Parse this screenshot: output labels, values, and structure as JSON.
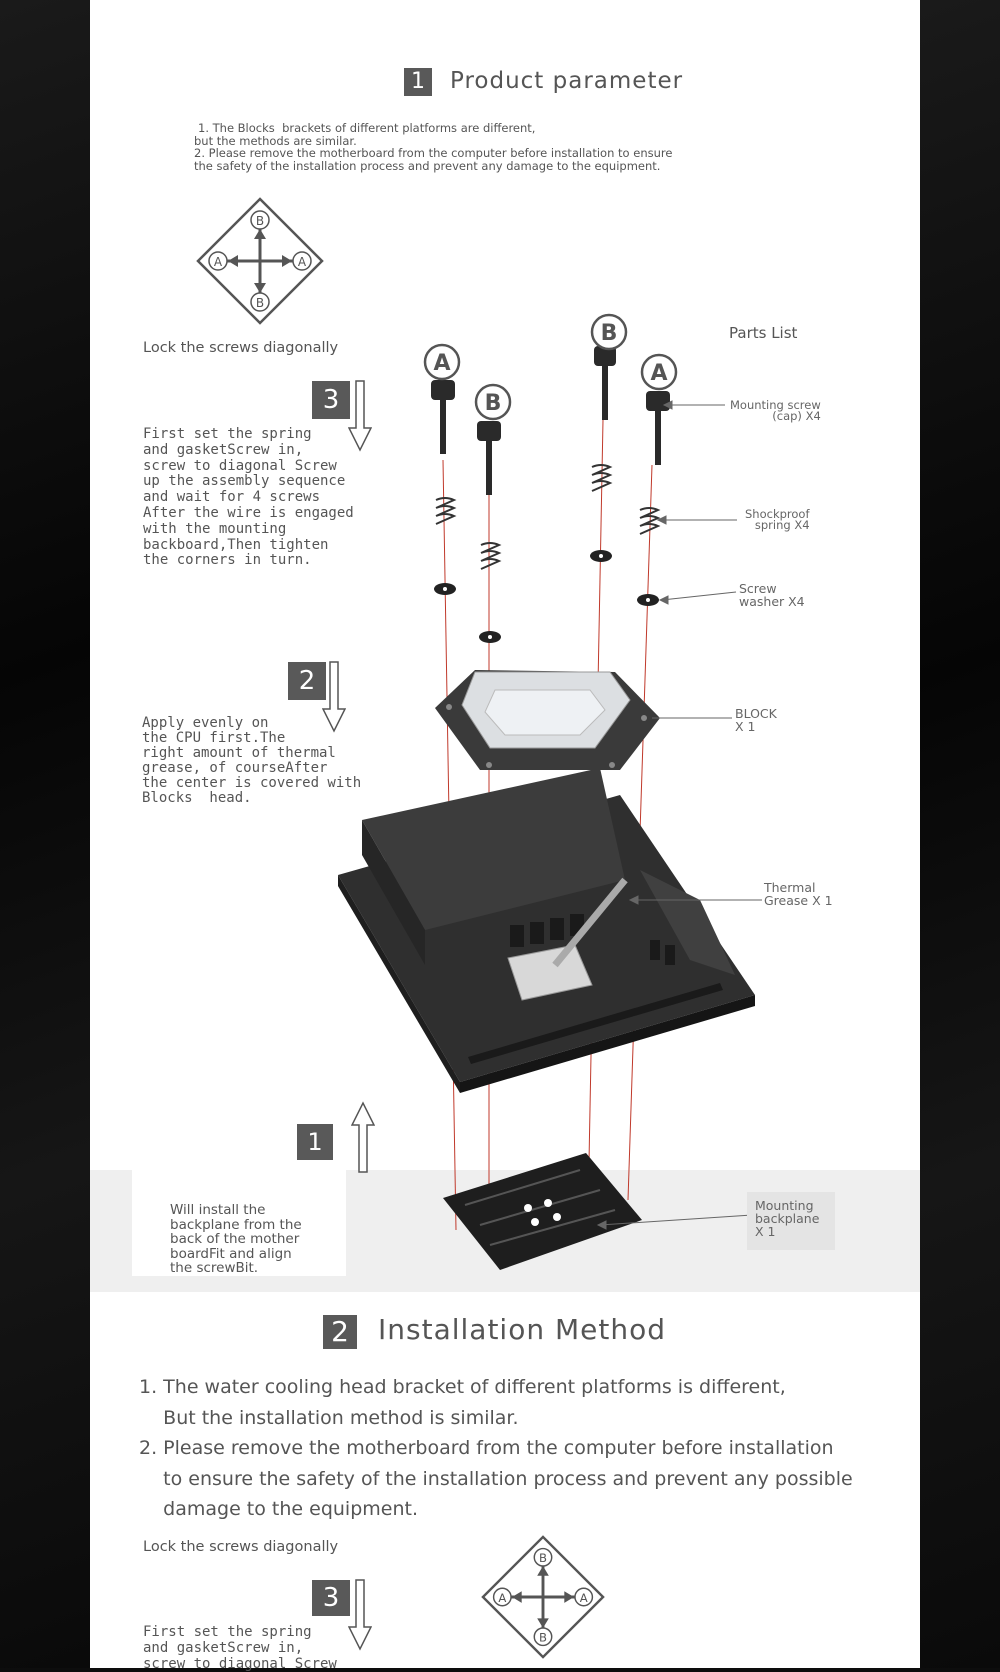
{
  "section1": {
    "number": "1",
    "title": "Product parameter",
    "notes": [
      "1. The Blocks  brackets of different platforms are different,",
      "but the methods are similar.",
      "2. Please remove the motherboard from the computer before installation to ensure",
      "the safety of the installation process and prevent any damage to the equipment."
    ]
  },
  "diagram": {
    "lock_text": "Lock the screws diagonally",
    "parts_list_title": "Parts List",
    "screw_labels": {
      "a": "A",
      "b": "B"
    },
    "steps": [
      {
        "number": "3",
        "text": "First set the spring\nand gasketScrew in,\nscrew to diagonal Screw\nup the assembly sequence\nand wait for 4 screws\nAfter the wire is engaged\nwith the mounting\nbackboard,Then tighten\nthe corners in turn."
      },
      {
        "number": "2",
        "text": "Apply evenly on\nthe CPU first.The\nright amount of thermal\ngrease, of courseAfter\nthe center is covered with\nBlocks  head."
      },
      {
        "number": "1",
        "text": "Will install the\nbackplane from the\nback of the mother\nboardFit and align\nthe screwBit."
      }
    ],
    "parts": [
      {
        "name": "mounting-screw",
        "text": "Mounting screw\n(cap) X4"
      },
      {
        "name": "shockproof-spring",
        "text": "Shockproof\nspring X4"
      },
      {
        "name": "screw-washer",
        "text": "Screw\nwasher X4"
      },
      {
        "name": "block",
        "text": "BLOCK\nX 1"
      },
      {
        "name": "thermal-grease",
        "text": "Thermal\nGrease X 1"
      },
      {
        "name": "mounting-backplane",
        "text": "Mounting\nbackplane\nX 1"
      }
    ]
  },
  "section2": {
    "number": "2",
    "title": "Installation Method",
    "items": [
      "1. The water cooling head bracket of different platforms is different,\n    But the installation method is similar.",
      "2. Please remove the motherboard from the computer before installation\n    to ensure the safety of the installation process and prevent any possible\n    damage to the equipment."
    ],
    "lock_text": "Lock the screws diagonally",
    "step3_number": "3",
    "step3_text": "First set the spring\nand gasketScrew in,\nscrew to diagonal Screw"
  },
  "colors": {
    "panel": "#ffffff",
    "dark_bg": "#0d0d0d",
    "number_box": "#595959",
    "red_line": "#c0392b"
  }
}
